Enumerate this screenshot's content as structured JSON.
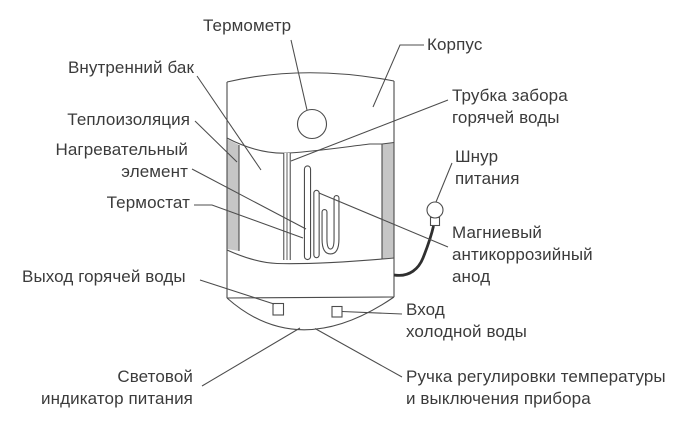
{
  "diagram": {
    "subject": "electric storage water heater cutaway diagram",
    "colors": {
      "background": "#ffffff",
      "line": "#4c4c4c",
      "text": "#3b3b3b",
      "insulation_fill": "#c6c6c6",
      "cord": "#2f2f2f"
    },
    "labels": {
      "thermometer": "Термометр",
      "housing": "Корпус",
      "inner_tank": "Внутренний бак",
      "insulation": "Теплоизоляция",
      "heating_element": "Нагревательный\nэлемент",
      "thermostat": "Термостат",
      "hot_water_intake_tube": "Трубка забора\nгорячей воды",
      "power_cord": "Шнур\nпитания",
      "magnesium_anode": "Магниевый\nантикоррозийный\nанод",
      "hot_water_outlet": "Выход горячей воды",
      "cold_water_inlet": "Вход\nхолодной воды",
      "power_indicator": "Световой\nиндикатор питания",
      "temperature_knob": "Ручка регулировки температуры\nи выключения прибора"
    }
  }
}
